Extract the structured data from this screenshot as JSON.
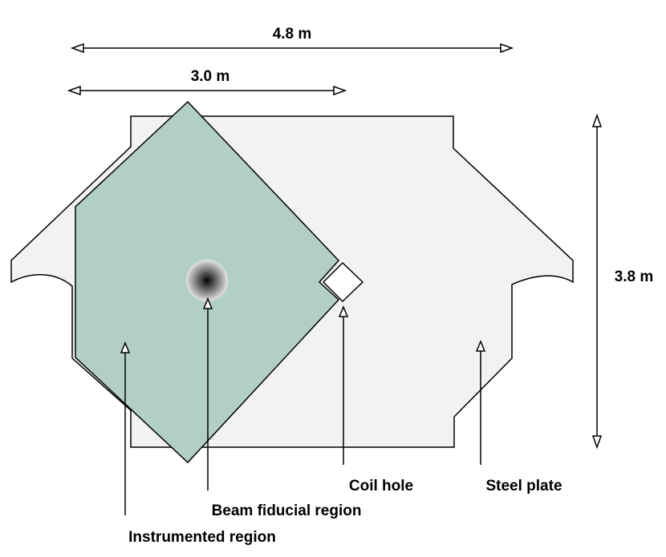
{
  "dimensions": {
    "width_48": "4.8 m",
    "width_30": "3.0 m",
    "height_38": "3.8 m"
  },
  "labels": {
    "coil_hole": "Coil hole",
    "steel_plate": "Steel plate",
    "beam_fiducial": "Beam fiducial region",
    "instrumented": "Instrumented region"
  },
  "colors": {
    "steel_fill": "#f2f2f2",
    "instrumented_fill": "#b2cfc6",
    "outline": "#000000"
  }
}
